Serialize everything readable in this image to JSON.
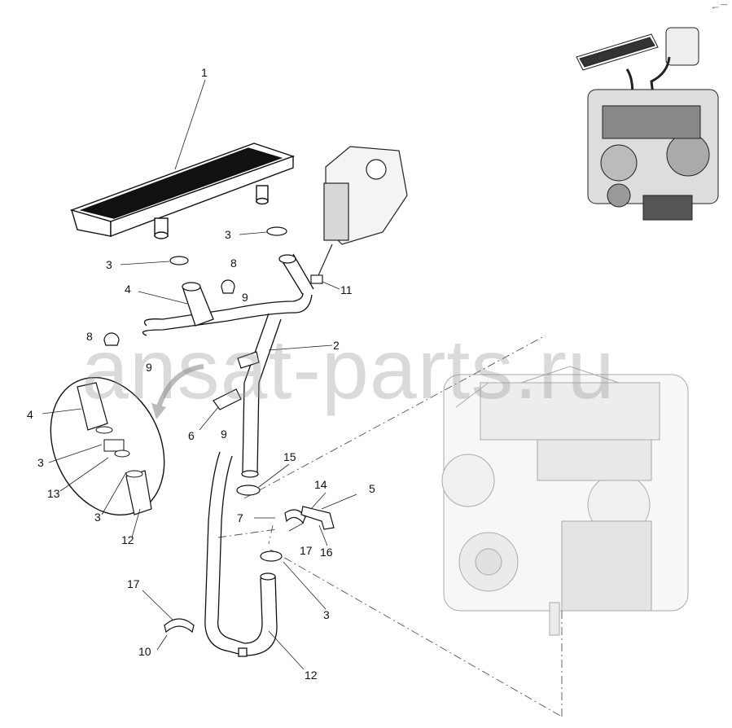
{
  "watermark": "ansat-parts.ru",
  "corner_mark": "⸐ —",
  "callouts": [
    {
      "id": "c1",
      "label": "1"
    },
    {
      "id": "c2",
      "label": "2"
    },
    {
      "id": "c3a",
      "label": "3"
    },
    {
      "id": "c3b",
      "label": "3"
    },
    {
      "id": "c3c",
      "label": "3"
    },
    {
      "id": "c3d",
      "label": "3"
    },
    {
      "id": "c3e",
      "label": "3"
    },
    {
      "id": "c4a",
      "label": "4"
    },
    {
      "id": "c4b",
      "label": "4"
    },
    {
      "id": "c5",
      "label": "5"
    },
    {
      "id": "c6",
      "label": "6"
    },
    {
      "id": "c7",
      "label": "7"
    },
    {
      "id": "c8a",
      "label": "8"
    },
    {
      "id": "c8b",
      "label": "8"
    },
    {
      "id": "c9a",
      "label": "9"
    },
    {
      "id": "c9b",
      "label": "9"
    },
    {
      "id": "c9c",
      "label": "9"
    },
    {
      "id": "c10",
      "label": "10"
    },
    {
      "id": "c11",
      "label": "11"
    },
    {
      "id": "c12a",
      "label": "12"
    },
    {
      "id": "c12b",
      "label": "12"
    },
    {
      "id": "c13",
      "label": "13"
    },
    {
      "id": "c14",
      "label": "14"
    },
    {
      "id": "c15",
      "label": "15"
    },
    {
      "id": "c16",
      "label": "16"
    },
    {
      "id": "c17a",
      "label": "17"
    },
    {
      "id": "c17b",
      "label": "17"
    }
  ]
}
